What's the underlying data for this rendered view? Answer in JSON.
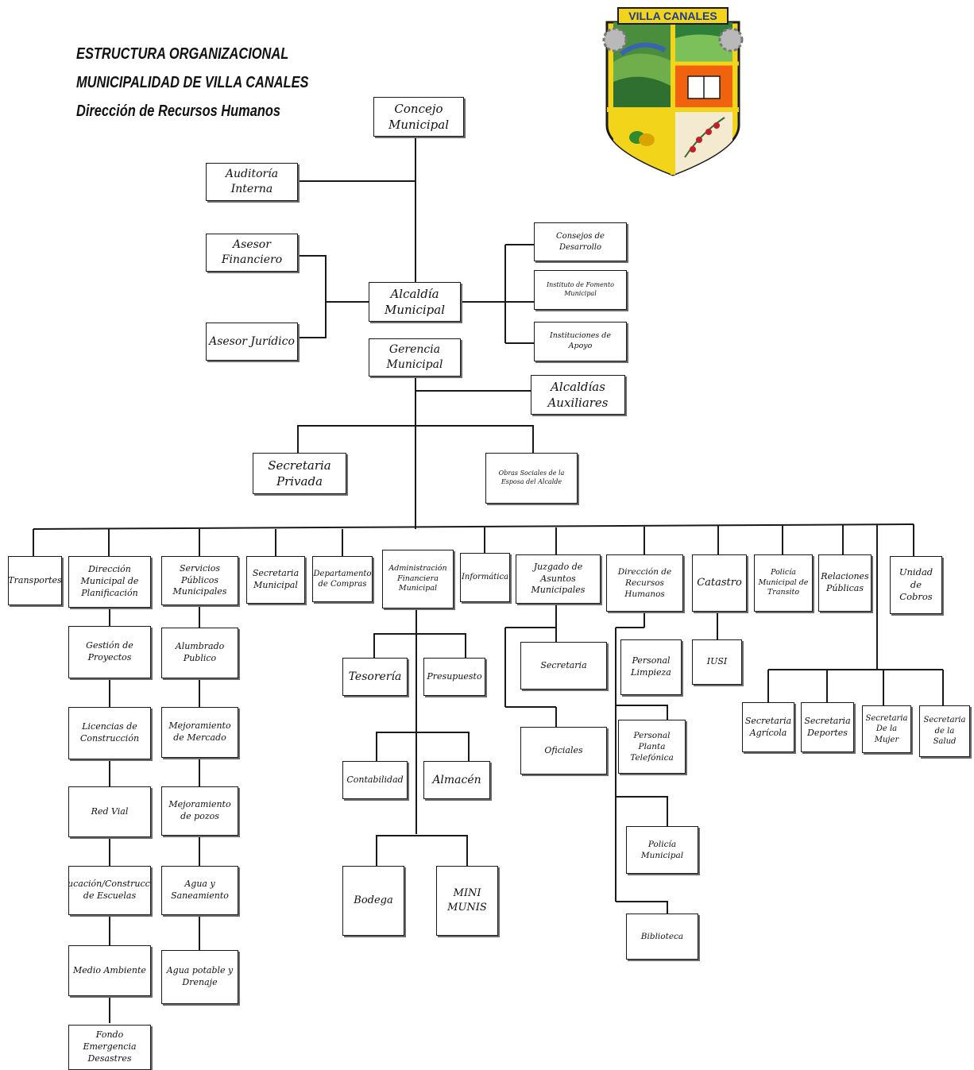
{
  "header": {
    "line1": "ESTRUCTURA ORGANIZACIONAL",
    "line2": "MUNICIPALIDAD DE VILLA CANALES",
    "line3": "Dirección de Recursos Humanos"
  },
  "logo": {
    "banner": "VILLA CANALES",
    "colors": {
      "border": "#1a1a1a",
      "gold": "#f2d51a",
      "green": "#3f8f3a",
      "orange": "#f0620e",
      "blue": "#3a63b0"
    }
  },
  "nodes": {
    "concejo": "Concejo Municipal",
    "auditoria": "Auditoría Interna",
    "asesor_fin": "Asesor Financiero",
    "asesor_jur": "Asesor Jurídico",
    "alcaldia": "Alcaldía Municipal",
    "consejos": "Consejos de Desarrollo",
    "instituto": "Instituto de Fomento Municipal",
    "instituciones": "Instituciones de Apoyo",
    "gerencia": "Gerencia Municipal",
    "aux": "Alcaldías Auxiliares",
    "sec_priv": "Secretaria Privada",
    "obras": "Obras Sociales de la Esposa del Alcalde",
    "transportes": "Transportes",
    "dmp": "Dirección Municipal de Planificación",
    "spm": "Servicios Públicos Municipales",
    "secmun": "Secretaria Municipal",
    "compras": "Departamento de Compras",
    "afm": "Administración Financiera Municipal",
    "informatica": "Informática",
    "juzgado": "Juzgado de Asuntos Municipales",
    "drh": "Dirección de Recursos Humanos",
    "catastro": "Catastro",
    "ptransito": "Policía Municipal de Transito",
    "rp": "Relaciones Públicas",
    "cobros": "Unidad de Cobros",
    "gestion": "Gestión de Proyectos",
    "licencias": "Licencias de Construcción",
    "red": "Red Vial",
    "educ": "Educación/Construcción de Escuelas",
    "medio": "Medio Ambiente",
    "fondo": "Fondo Emergencia Desastres",
    "alumbrado": "Alumbrado Publico",
    "mercado": "Mejoramiento de Mercado",
    "pozos": "Mejoramiento de pozos",
    "agua": "Agua y Saneamiento",
    "potable": "Agua potable y Drenaje",
    "tesoreria": "Tesorería",
    "presupuesto": "Presupuesto",
    "contabilidad": "Contabilidad",
    "almacen": "Almacén",
    "bodega": "Bodega",
    "minimunis": "MINI MUNIS",
    "secjuz": "Secretaria",
    "oficiales": "Oficiales",
    "limpieza": "Personal Limpieza",
    "planta": "Personal Planta Telefónica",
    "pmunicipal": "Policía Municipal",
    "biblioteca": "Biblioteca",
    "iusi": "IUSI",
    "agricola": "Secretaria Agrícola",
    "deportes": "Secretaria Deportes",
    "mujer": "Secretaria De la Mujer",
    "salud": "Secretaria de la Salud"
  }
}
